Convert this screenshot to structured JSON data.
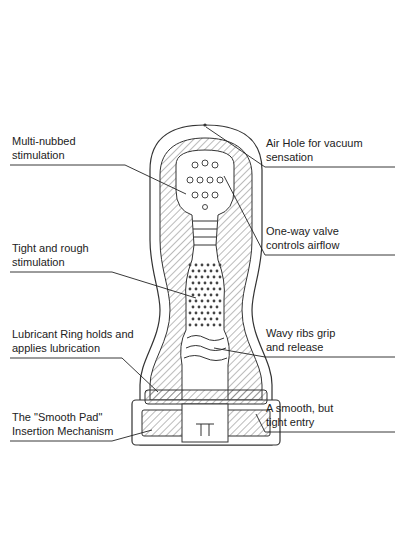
{
  "diagram": {
    "labels": [
      "Multi-nubbed stimulation",
      "Tight and rough stimulation",
      "Lubricant Ring holds and applies lubrication",
      "The \"Smooth Pad\" Insertion Mechanism",
      "Air Hole for vacuum sensation",
      "One-way valve controls airflow",
      "Wavy ribs grip and release",
      "A smooth, but tight entry"
    ]
  }
}
